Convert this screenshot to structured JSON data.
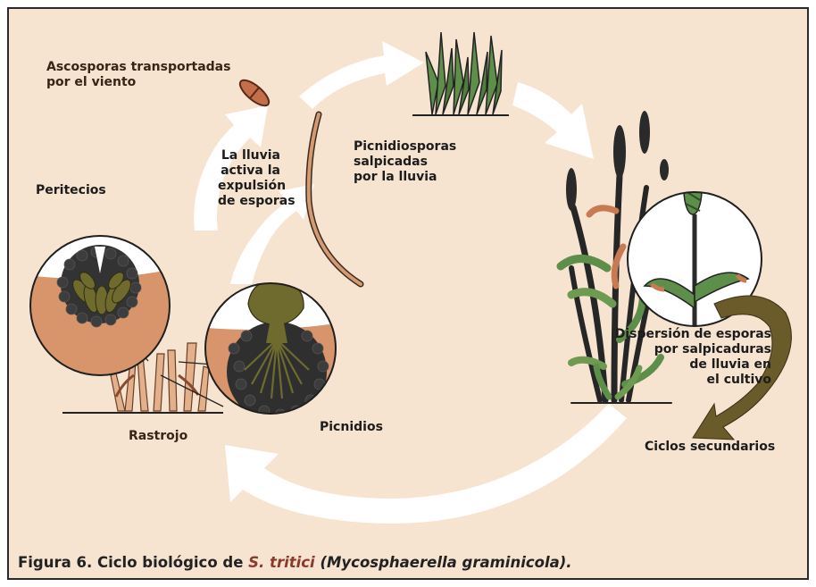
{
  "labels": {
    "ascosporas": [
      "Ascosporas transportadas",
      "por el viento"
    ],
    "lluvia": [
      "La lluvia",
      "activa la",
      "expulsión",
      "de esporas"
    ],
    "picnidiosporas": [
      "Picnidiosporas",
      "salpicadas",
      "por la lluvia"
    ],
    "peritecios": "Peritecios",
    "rastrojo": "Rastrojo",
    "picnidios": "Picnidios",
    "dispersion": [
      "Dispersión de esporas",
      "por salpicaduras",
      "de lluvia en",
      "el cultivo"
    ],
    "ciclos": "Ciclos secundarios"
  },
  "caption": {
    "prefix": "Figura 6. Ciclo biológico de ",
    "species": "S. tritici",
    "suffix": " (Mycosphaerella graminicola)."
  },
  "colors": {
    "background": "#f6e3d0",
    "soil": "#d8946a",
    "fungus_dark": "#333333",
    "fungus_olive": "#6f6a2e",
    "leaf_green": "#5e8f4a",
    "stem_dark": "#262626",
    "ciclos_arrow": "#6b5a2a",
    "cycle_arrow": "#ffffff"
  }
}
